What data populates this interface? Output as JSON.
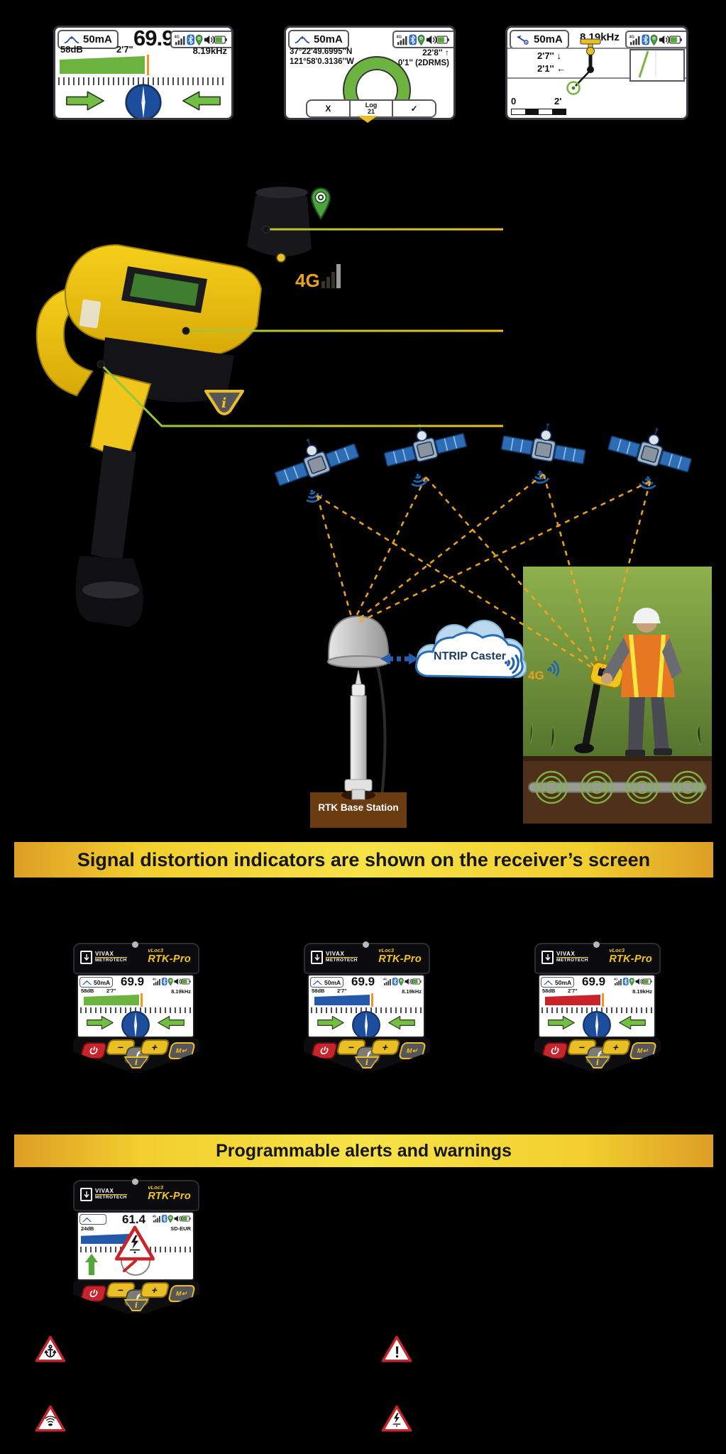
{
  "colors": {
    "background": "#000000",
    "banner_yellow": "#F2CE2E",
    "banner_text": "#161616",
    "bar_green": "#6CB33F",
    "bar_blue": "#2458A8",
    "bar_red": "#C8242B",
    "arrow_green": "#72BF44",
    "compass_blue": "#1C4E9D",
    "accent_yellow": "#E9BF25",
    "dashed_orange": "#F5A81C",
    "wifi_blue": "#1F63AE",
    "brand_yellow": "#F5C518",
    "alert_red": "#C8242B",
    "base_brown": "#6B3B12"
  },
  "top_screens": {
    "locate": {
      "current": "50mA",
      "reading": "69.9",
      "gain": "58dB",
      "depth": "2'7\"",
      "frequency": "8.19kHz"
    },
    "gps": {
      "current": "50mA",
      "latitude": "37°22'49.6995''N",
      "longitude": "121°58'0.3136''W",
      "antenna_height": "22'8'' ↑",
      "accuracy": "⇔ 0'1'' (2DRMS)",
      "cancel": "X",
      "log_label": "Log",
      "log_count": "21",
      "confirm": "✓"
    },
    "mapping": {
      "current": "50mA",
      "frequency": "8.19kHz",
      "depth": "2'7'' ↓",
      "offset": "2'1'' ←",
      "scale_zero": "0",
      "scale_end": "2'"
    }
  },
  "callouts": {
    "lte_label": "4G",
    "info_glyph": "i"
  },
  "gnss": {
    "ntrip_label": "NTRIP Caster",
    "base_label": "RTK Base Station",
    "lte_label": "4G"
  },
  "banner_distortion": "Signal distortion indicators are shown on the receiver’s screen",
  "banner_alerts": "Programmable alerts and warnings",
  "brand": {
    "vivax": "VIVAX",
    "metrotech": "METROTECH",
    "series": "vLoc3",
    "model": "RTK-Pro"
  },
  "mini_screen": {
    "current": "50mA",
    "reading": "69.9",
    "gain": "58dB",
    "depth": "2'7\"",
    "frequency": "8.19kHz"
  },
  "devices": [
    {
      "name": "green-distortion-low",
      "bar": "#6CB33F"
    },
    {
      "name": "blue-distortion-mid",
      "bar": "#2458A8"
    },
    {
      "name": "red-distortion-high",
      "bar": "#C8242B"
    }
  ],
  "alert_screen": {
    "reading": "61.4",
    "gain": "24dB",
    "mode": "SD-EUR"
  },
  "keypad": {
    "minus": "−",
    "function": "f",
    "plus": "+",
    "menu": "M",
    "return": "↵",
    "info": "i"
  },
  "warning_exclamation": "!"
}
